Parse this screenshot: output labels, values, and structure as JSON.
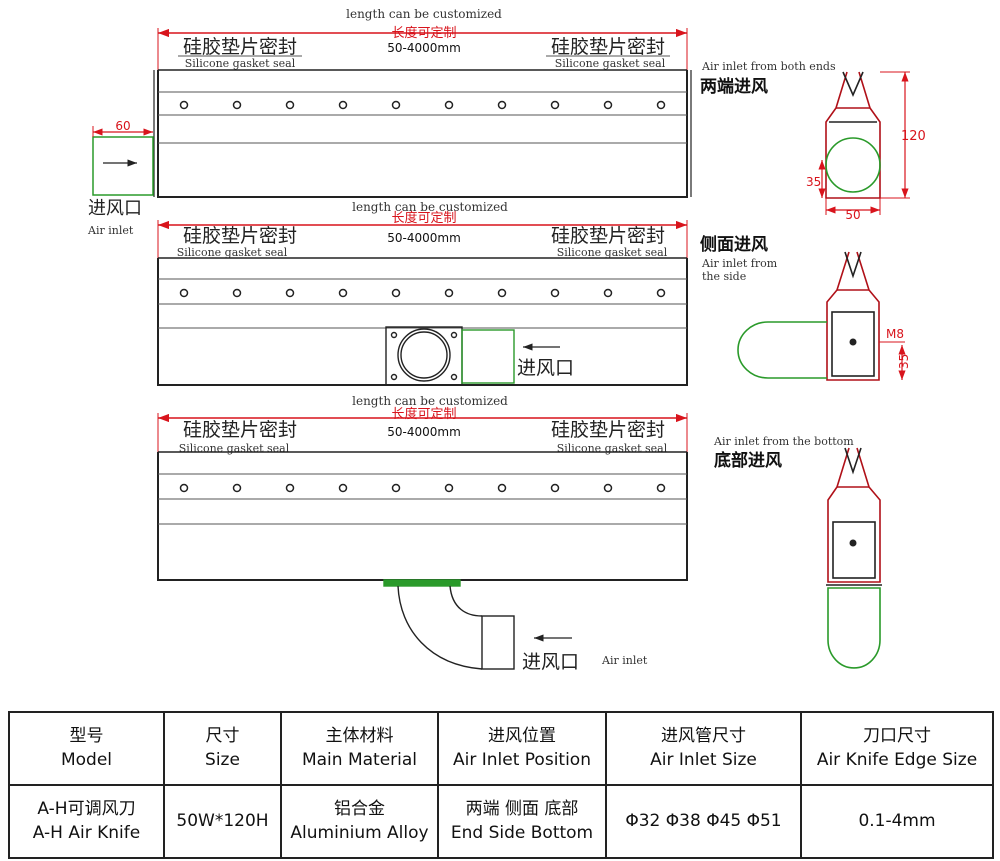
{
  "colors": {
    "dimension": "#d8141c",
    "line": "#222222",
    "duct": "#2a9a2a"
  },
  "sections": [
    {
      "length_note": "length can be customized",
      "length_cn": "长度可定制",
      "length_range": "50-4000mm",
      "seal_cn": "硅胶垫片密封",
      "seal_en": "Silicone gasket seal",
      "side_en": "Air inlet from both ends",
      "side_cn": "两端进风",
      "inlet_cn": "进风口",
      "inlet_en": "Air inlet",
      "dim_inlet": "60",
      "dim_height": "120",
      "dim_pipe": "35",
      "dim_width": "50"
    },
    {
      "length_note": "length can be customized",
      "length_cn": "长度可定制",
      "length_range": "50-4000mm",
      "seal_cn": "硅胶垫片密封",
      "seal_en": "Silicone gasket seal",
      "side_cn": "侧面进风",
      "side_en_1": "Air inlet from",
      "side_en_2": "the side",
      "inlet_cn": "进风口",
      "dim_bolt": "M8",
      "dim_pipe": "35"
    },
    {
      "length_note": "length can be customized",
      "length_cn": "长度可定制",
      "length_range": "50-4000mm",
      "seal_cn": "硅胶垫片密封",
      "seal_en": "Silicone gasket seal",
      "side_en": "Air inlet from the bottom",
      "side_cn": "底部进风",
      "inlet_cn": "进风口",
      "inlet_en": "Air inlet"
    }
  ],
  "table": {
    "headers": [
      {
        "cn": "型号",
        "en": "Model"
      },
      {
        "cn": "尺寸",
        "en": "Size"
      },
      {
        "cn": "主体材料",
        "en": "Main Material"
      },
      {
        "cn": "进风位置",
        "en": "Air Inlet Position"
      },
      {
        "cn": "进风管尺寸",
        "en": "Air Inlet Size"
      },
      {
        "cn": "刀口尺寸",
        "en": "Air Knife Edge Size"
      }
    ],
    "row": [
      {
        "line1": "A-H可调风刀",
        "line2": "A-H Air Knife"
      },
      {
        "line1": "50W*120H",
        "line2": ""
      },
      {
        "line1": "铝合金",
        "line2": "Aluminium Alloy"
      },
      {
        "line1": "两端 侧面 底部",
        "line2": "End Side Bottom"
      },
      {
        "line1": "Φ32 Φ38 Φ45 Φ51",
        "line2": ""
      },
      {
        "line1": "0.1-4mm",
        "line2": ""
      }
    ]
  }
}
